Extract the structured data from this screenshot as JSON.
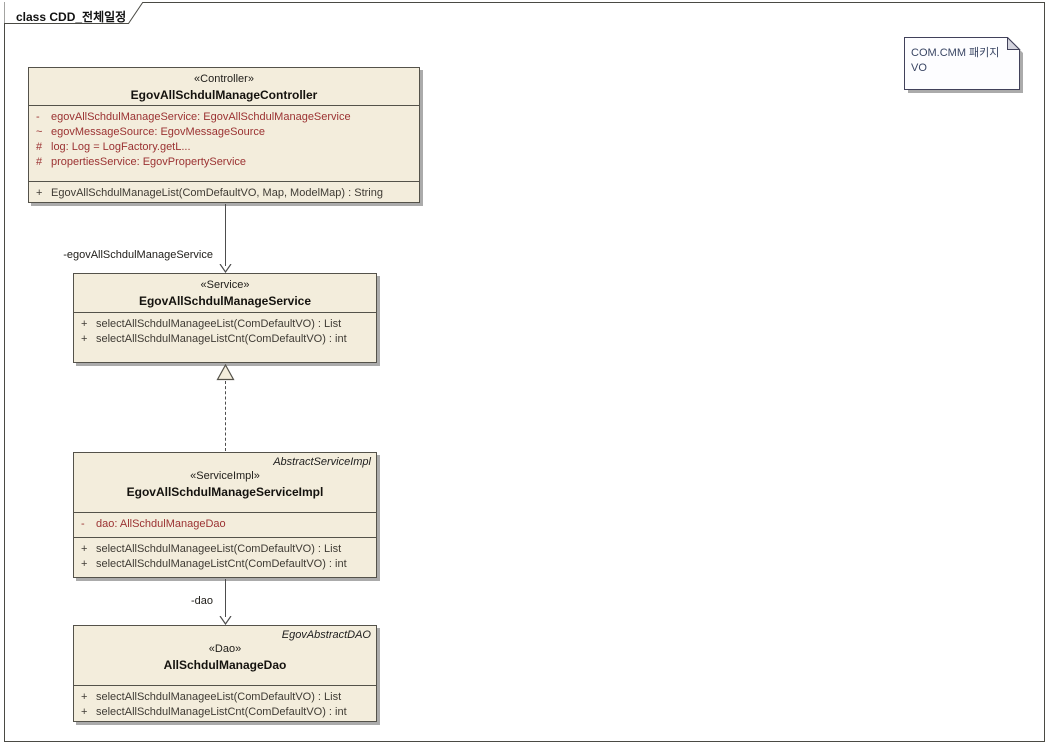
{
  "frame": {
    "title": "class CDD_전체일정"
  },
  "note": {
    "text": "COM.CMM 패키지 VO"
  },
  "colors": {
    "class_fill": "#f3eddc",
    "class_border": "#54524a",
    "attribute_text": "#9b3232",
    "operation_text": "#3f3b34",
    "connector": "#4d4d4d",
    "shadow": "#ababab",
    "note_text": "#3a4664"
  },
  "classes": [
    {
      "stereotype": "«Controller»",
      "name": "EgovAllSchdulManageController",
      "attributes": [
        {
          "vis": "-",
          "text": "egovAllSchdulManageService: EgovAllSchdulManageService"
        },
        {
          "vis": "~",
          "text": "egovMessageSource: EgovMessageSource"
        },
        {
          "vis": "#",
          "text": "log: Log = LogFactory.getL..."
        },
        {
          "vis": "#",
          "text": "propertiesService: EgovPropertyService"
        }
      ],
      "operations": [
        {
          "vis": "+",
          "text": "EgovAllSchdulManageList(ComDefaultVO, Map, ModelMap) : String"
        }
      ]
    },
    {
      "stereotype": "«Service»",
      "name": "EgovAllSchdulManageService",
      "operations": [
        {
          "vis": "+",
          "text": "selectAllSchdulManageeList(ComDefaultVO) : List"
        },
        {
          "vis": "+",
          "text": "selectAllSchdulManageListCnt(ComDefaultVO) : int"
        }
      ]
    },
    {
      "parent": "AbstractServiceImpl",
      "stereotype": "«ServiceImpl»",
      "name": "EgovAllSchdulManageServiceImpl",
      "attributes": [
        {
          "vis": "-",
          "text": "dao: AllSchdulManageDao"
        }
      ],
      "operations": [
        {
          "vis": "+",
          "text": "selectAllSchdulManageeList(ComDefaultVO) : List"
        },
        {
          "vis": "+",
          "text": "selectAllSchdulManageListCnt(ComDefaultVO) : int"
        }
      ]
    },
    {
      "parent": "EgovAbstractDAO",
      "stereotype": "«Dao»",
      "name": "AllSchdulManageDao",
      "operations": [
        {
          "vis": "+",
          "text": "selectAllSchdulManageeList(ComDefaultVO) : List"
        },
        {
          "vis": "+",
          "text": "selectAllSchdulManageListCnt(ComDefaultVO) : int"
        }
      ]
    }
  ],
  "connectors": [
    {
      "type": "association",
      "label": "-egovAllSchdulManageService"
    },
    {
      "type": "realization",
      "label": ""
    },
    {
      "type": "association",
      "label": "-dao"
    }
  ]
}
